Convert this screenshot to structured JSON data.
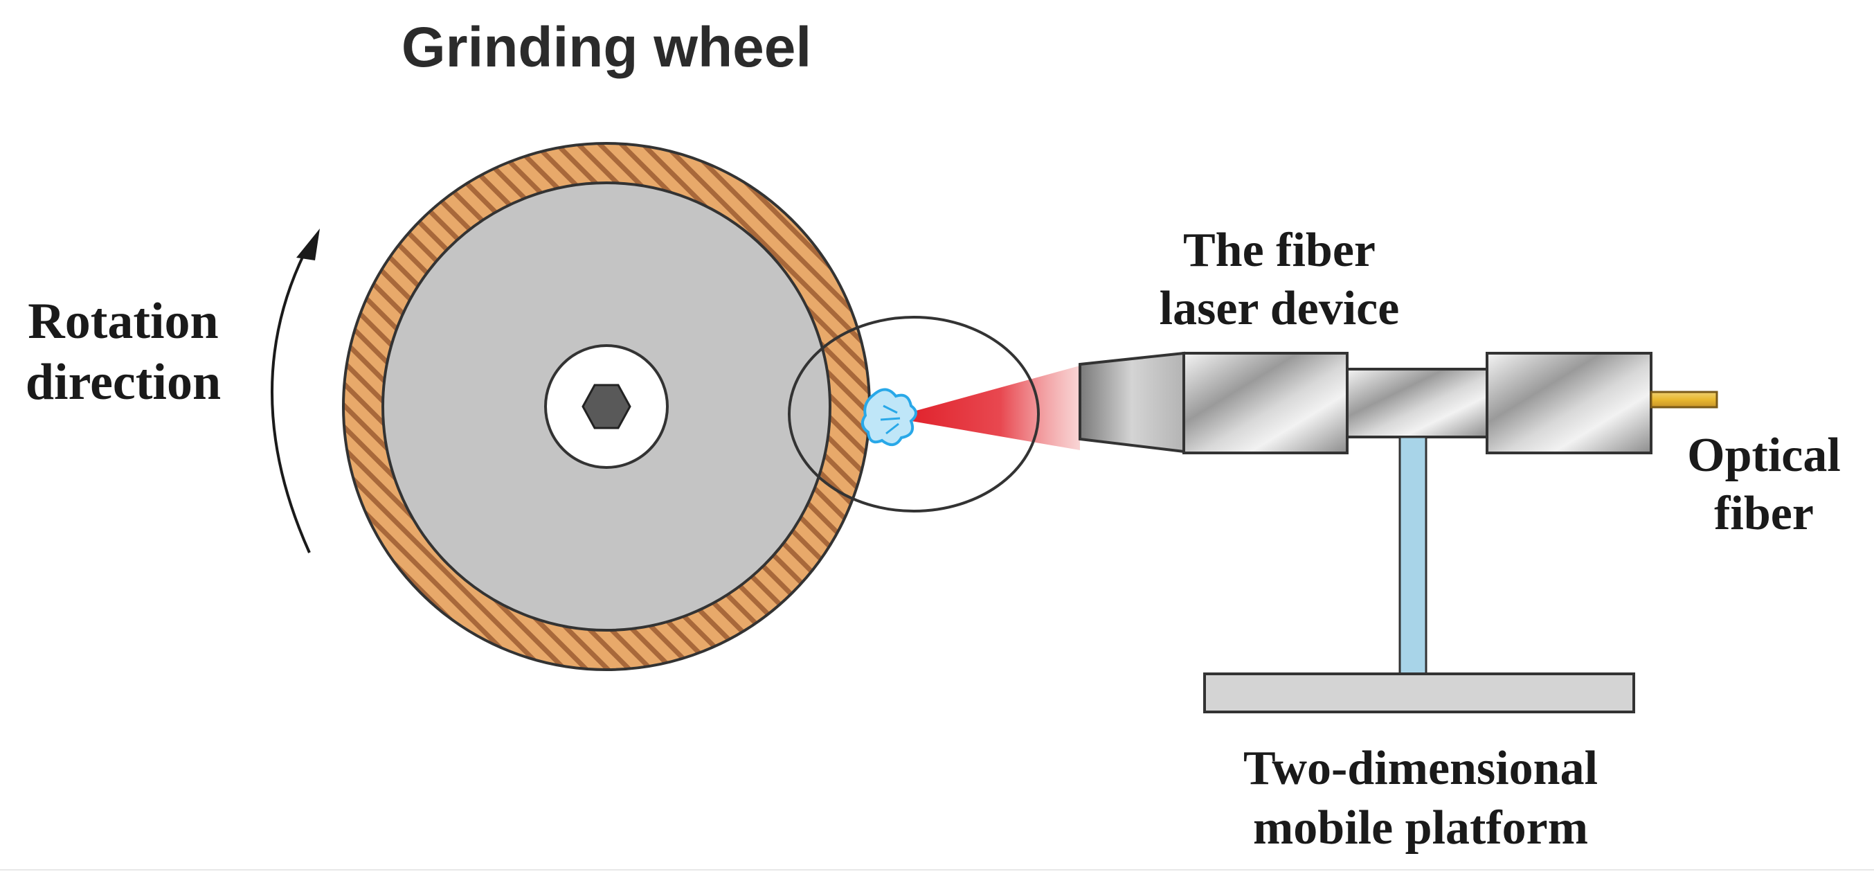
{
  "labels": {
    "grinding_wheel": "Grinding wheel",
    "rotation_line1": "Rotation",
    "rotation_line2": "direction",
    "laser_line1": "The fiber",
    "laser_line2": "laser device",
    "optical_line1": "Optical",
    "optical_line2": "fiber",
    "platform_line1": "Two-dimensional",
    "platform_line2": "mobile platform"
  },
  "colors": {
    "wheel_ring": "#e8a96a",
    "wheel_hatch": "#a8683a",
    "wheel_disc": "#c4c4c4",
    "hex_nut": "#595959",
    "laser_beam": "#e0202a",
    "spark": "#29a8e8",
    "support_post": "#a8d4e8",
    "platform": "#d4d4d4",
    "optical_fiber": "#e8b830"
  }
}
